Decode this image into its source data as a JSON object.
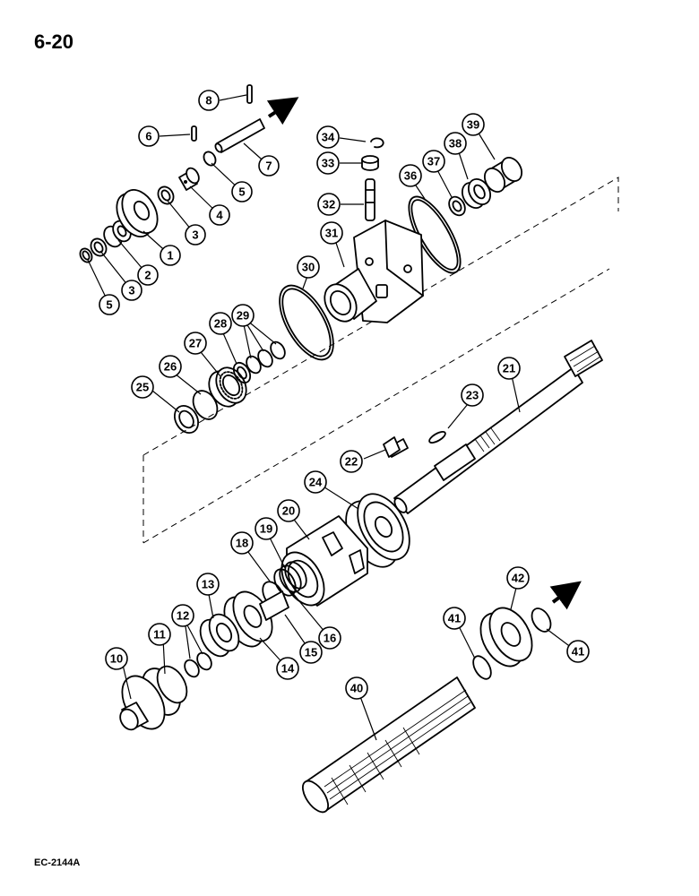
{
  "page": {
    "number": "6-20",
    "figure_code": "EC-2144A"
  },
  "callouts": [
    {
      "label": "1"
    },
    {
      "label": "2"
    },
    {
      "label": "3"
    },
    {
      "label": "3"
    },
    {
      "label": "4"
    },
    {
      "label": "5"
    },
    {
      "label": "5"
    },
    {
      "label": "6"
    },
    {
      "label": "7"
    },
    {
      "label": "8"
    },
    {
      "label": "10"
    },
    {
      "label": "11"
    },
    {
      "label": "12"
    },
    {
      "label": "13"
    },
    {
      "label": "14"
    },
    {
      "label": "15"
    },
    {
      "label": "16"
    },
    {
      "label": "18"
    },
    {
      "label": "19"
    },
    {
      "label": "20"
    },
    {
      "label": "21"
    },
    {
      "label": "22"
    },
    {
      "label": "23"
    },
    {
      "label": "24"
    },
    {
      "label": "25"
    },
    {
      "label": "26"
    },
    {
      "label": "27"
    },
    {
      "label": "28"
    },
    {
      "label": "29"
    },
    {
      "label": "30"
    },
    {
      "label": "31"
    },
    {
      "label": "32"
    },
    {
      "label": "33"
    },
    {
      "label": "34"
    },
    {
      "label": "36"
    },
    {
      "label": "37"
    },
    {
      "label": "38"
    },
    {
      "label": "39"
    },
    {
      "label": "40"
    },
    {
      "label": "41"
    },
    {
      "label": "41"
    },
    {
      "label": "42"
    }
  ]
}
